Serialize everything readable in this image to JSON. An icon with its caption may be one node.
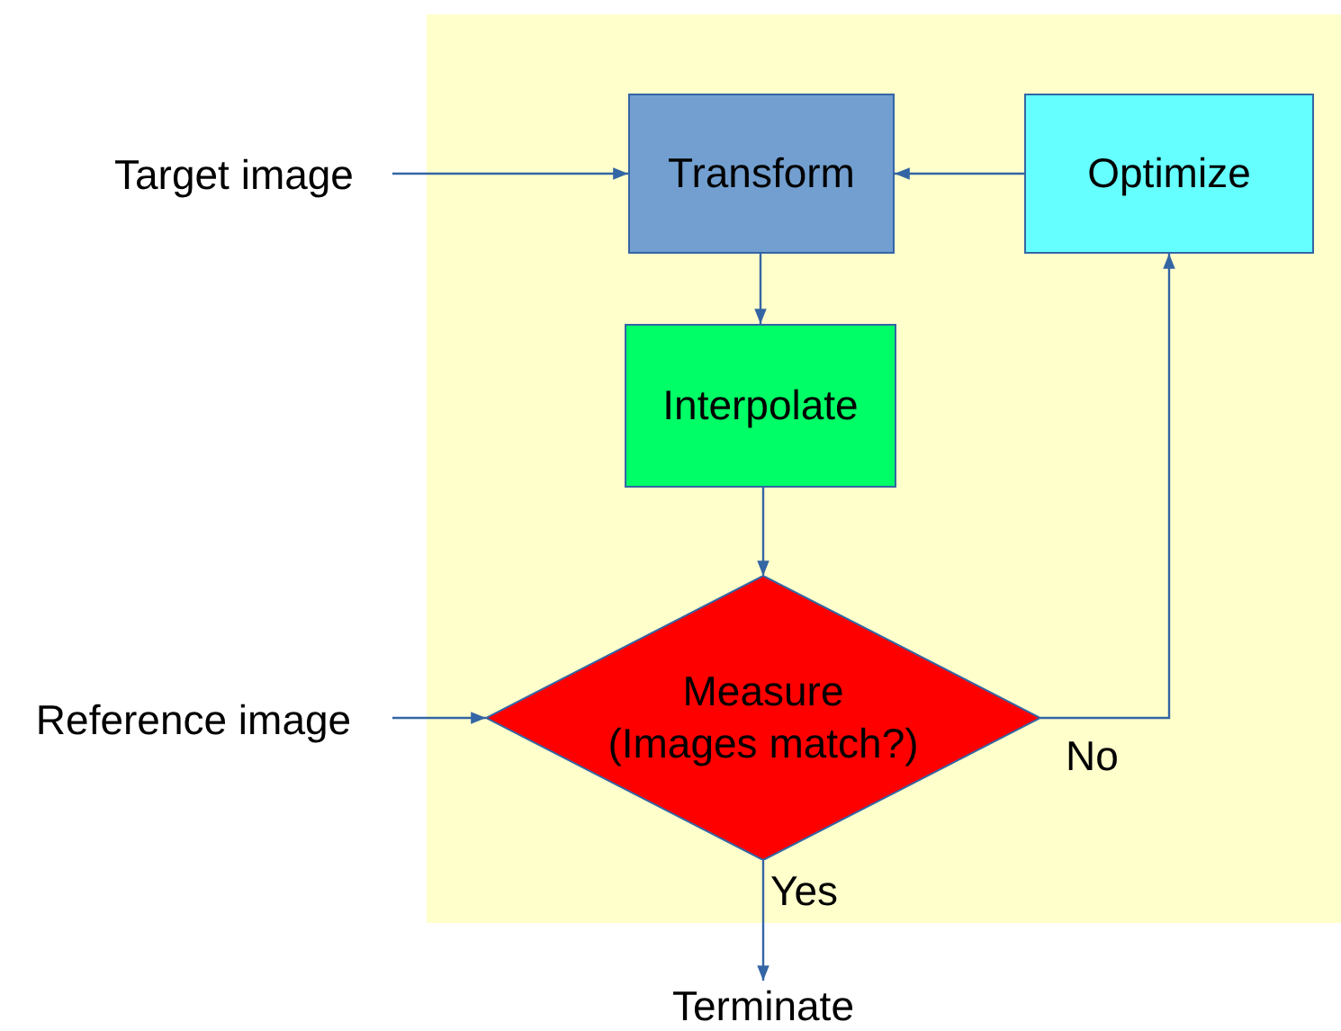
{
  "diagram": {
    "nodes": [
      {
        "text": [
          "Target image"
        ]
      },
      {
        "text": [
          "Transform"
        ]
      },
      {
        "text": [
          "Optimize"
        ]
      },
      {
        "text": [
          "Interpolate"
        ]
      },
      {
        "text": [
          "Measure (Images match?)"
        ]
      },
      {
        "text": [
          "Reference image"
        ]
      },
      {
        "text": [
          "Terminate"
        ]
      }
    ],
    "edges": [
      {
        "from": 0,
        "to": 1,
        "arrow": "to"
      },
      {
        "from": 2,
        "to": 1,
        "arrow": "to"
      },
      {
        "from": 1,
        "to": 3,
        "arrow": "to"
      },
      {
        "from": 3,
        "to": 4,
        "arrow": "to"
      },
      {
        "from": 5,
        "to": 4,
        "arrow": "to"
      },
      {
        "from": 4,
        "to": 2,
        "arrow": "to",
        "label": "No"
      },
      {
        "from": 4,
        "to": 6,
        "arrow": "to",
        "label": "Yes"
      }
    ]
  }
}
